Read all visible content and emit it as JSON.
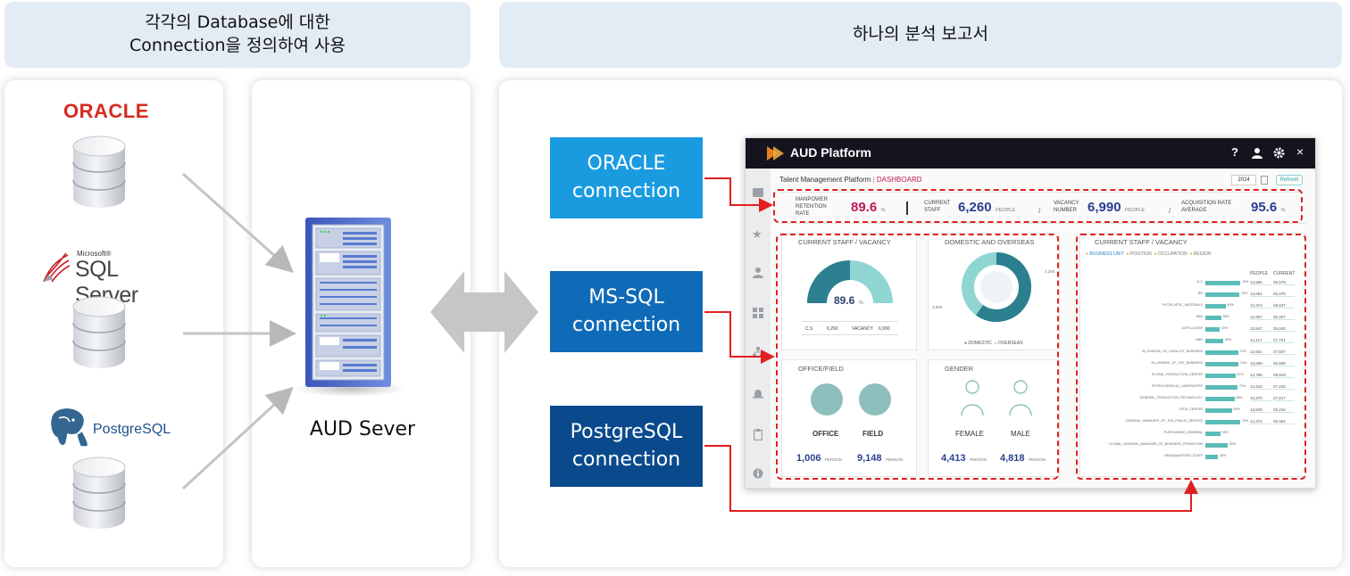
{
  "left_header": {
    "line1": "각각의 Database에 대한",
    "line2": "Connection을 정의하여 사용"
  },
  "right_header": {
    "title": "하나의 분석 보고서"
  },
  "databases": {
    "oracle": "ORACLE",
    "mssql_brand": "Microsoft®",
    "mssql": "SQL Server",
    "postgres_a": "Postgre",
    "postgres_b": "SQL"
  },
  "server_label": "AUD Sever",
  "connections": [
    {
      "line1": "ORACLE",
      "line2": "connection",
      "color": "#1a9be0"
    },
    {
      "line1": "MS-SQL",
      "line2": "connection",
      "color": "#0f6bb7"
    },
    {
      "line1": "PostgreSQL",
      "line2": "connection",
      "color": "#0a4a8c"
    }
  ],
  "dashboard": {
    "title": "AUD Platform",
    "top_icons": [
      "?",
      "user-icon",
      "gear-icon",
      "×"
    ],
    "breadcrumb_a": "Talent Management Platform",
    "breadcrumb_b": "DASHBOARD",
    "year": "2024",
    "refresh": "Refresh",
    "kpis": [
      {
        "label": "MANPOWER RETENTION RATE",
        "value": "89.6",
        "unit": "%"
      },
      {
        "label": "CURRENT STAFF",
        "value": "6,260",
        "unit": "PEOPLE"
      },
      {
        "label": "VACANCY NUMBER",
        "value": "6,990",
        "unit": "PEOPLE"
      },
      {
        "label": "ACQUISITION RATE AVERAGE",
        "value": "95.6",
        "unit": "%"
      }
    ],
    "staff_card": {
      "title": "CURRENT STAFF / VACANCY",
      "gauge_value": "89.6",
      "gauge_unit": "%",
      "gauge_fraction": 0.5,
      "c5_label": "C.S",
      "c5_value": "6,260",
      "vac_label": "VACANCY",
      "vac_value": "6,990"
    },
    "domestic_card": {
      "title": "DOMESTIC AND OVERSEAS",
      "left_value": "3,806",
      "right_value": "2,356",
      "legend_domestic": "DOMESTIC",
      "legend_overseas": "OVERSEAS",
      "domestic_fraction": 0.6
    },
    "office_card": {
      "title": "OFFICE/FIELD",
      "office_label": "OFFICE",
      "field_label": "FIELD",
      "office_value": "1,006",
      "field_value": "9,148",
      "unit": "PERSON"
    },
    "gender_card": {
      "title": "GENDER",
      "female_label": "FEMALE",
      "male_label": "MALE",
      "female_value": "4,413",
      "male_value": "4,818",
      "unit": "PERSON"
    },
    "bar_card": {
      "title": "CURRENT STAFF / VACANCY",
      "tabs": [
        "BUSINESS UNIT",
        "POSITION",
        "OCCUPATION",
        "REGION"
      ],
      "col_people": "PEOPLE",
      "col_current": "CURRENT",
      "rows": [
        {
          "label": "YLC",
          "pct": 78,
          "people": "12,566",
          "current": "28,578"
        },
        {
          "label": "RD",
          "pct": 76,
          "people": "13,961",
          "current": "25,476"
        },
        {
          "label": "PVC/PLASTIC_MATERIALS",
          "pct": 45,
          "people": "12,374",
          "current": "28,847"
        },
        {
          "label": "ABS",
          "pct": 35,
          "people": "12,957",
          "current": "25,407"
        },
        {
          "label": "ACRYLIC/SAP",
          "pct": 32,
          "people": "13,847",
          "current": "29,040"
        },
        {
          "label": "NBR",
          "pct": 40,
          "people": "14,117",
          "current": "27,701"
        },
        {
          "label": "IN_CHARGE_OF_CATALYST_BUSINESS",
          "pct": 73,
          "people": "12,651",
          "current": "27,507"
        },
        {
          "label": "IN_CHARGE_OF_CNT_BUSINESS",
          "pct": 74,
          "people": "13,659",
          "current": "26,939"
        },
        {
          "label": "GLOBAL_PRODUCTION_CENTER",
          "pct": 67,
          "people": "13,795",
          "current": "29,918"
        },
        {
          "label": "PETROCHEMICAL_LABORATORY",
          "pct": 72,
          "people": "14,423",
          "current": "27,440"
        },
        {
          "label": "GENERAL_PRODUCTION_TECHNOLOGY",
          "pct": 65,
          "people": "13,370",
          "current": "27,817"
        },
        {
          "label": "TECH_CENTER",
          "pct": 59,
          "people": "13,503",
          "current": "25,216"
        },
        {
          "label": "GENERAL_MANAGER_OF_THE_PUBLIC_SERVICE",
          "pct": 78,
          "people": "14,374",
          "current": "29,464"
        },
        {
          "label": "PURCHASING_GENERAL",
          "pct": 33,
          "people": "",
          "current": ""
        },
        {
          "label": "GLOBAL_GENERAL_MANAGER_OF_BUSINESS_PROMOTION",
          "pct": 50,
          "people": "",
          "current": ""
        },
        {
          "label": "HEADQUARTERS_STAFF",
          "pct": 28,
          "people": "",
          "current": ""
        }
      ]
    }
  }
}
